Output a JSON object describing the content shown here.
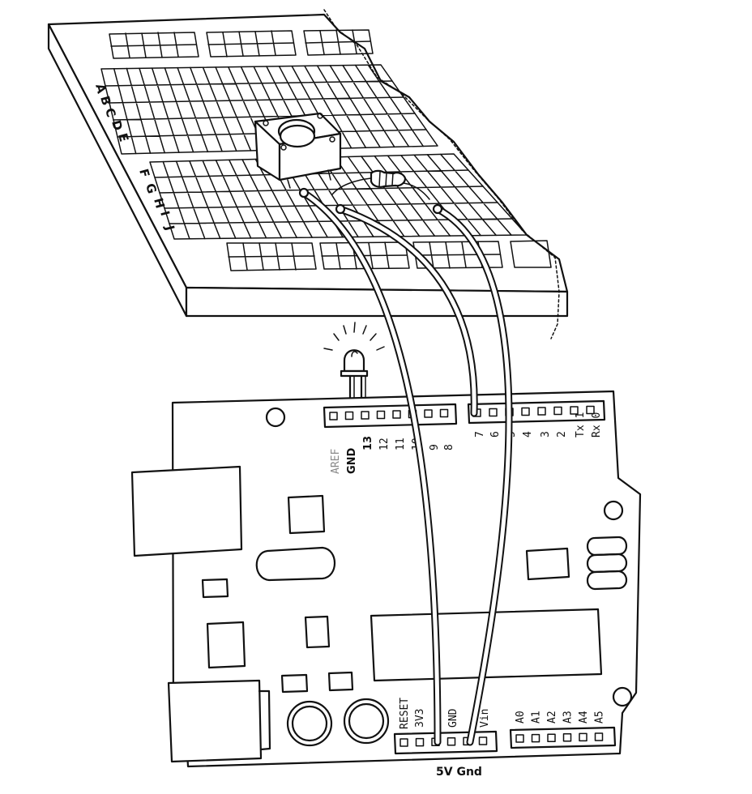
{
  "breadboard": {
    "row_labels": [
      "A",
      "B",
      "C",
      "D",
      "E",
      "F",
      "G",
      "H",
      "I",
      "J"
    ]
  },
  "arduino": {
    "digital_header_labels": [
      "AREF",
      "GND",
      "13",
      "12",
      "11",
      "10",
      "9",
      "8",
      "7",
      "6",
      "5",
      "4",
      "3",
      "2",
      "Tx 1",
      "Rx 0"
    ],
    "power_header_labels": [
      "RESET",
      "3V3",
      "GND",
      "Vin"
    ],
    "analog_header_labels": [
      "A0",
      "A1",
      "A2",
      "A3",
      "A4",
      "A5"
    ],
    "bottom_label": "5V Gnd"
  }
}
